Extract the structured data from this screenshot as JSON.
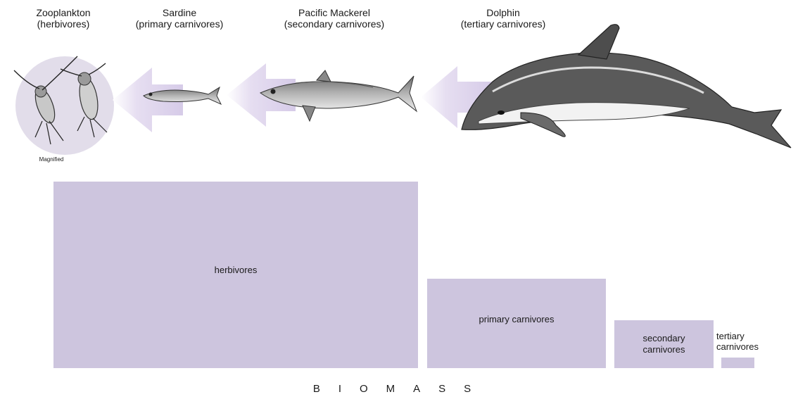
{
  "organisms": [
    {
      "name": "Zooplankton",
      "role": "(herbivores)"
    },
    {
      "name": "Sardine",
      "role": "(primary carnivores)"
    },
    {
      "name": "Pacific Mackerel",
      "role": "(secondary carnivores)"
    },
    {
      "name": "Dolphin",
      "role": "(tertiary carnivores)"
    }
  ],
  "magnified_note": "Magnified",
  "biomass_boxes": [
    {
      "label": "herbivores"
    },
    {
      "label": "primary carnivores"
    },
    {
      "label_line1": "secondary",
      "label_line2": "carnivores"
    },
    {
      "label_line1": "tertiary",
      "label_line2": "carnivores"
    }
  ],
  "axis_label": "BIOMASS",
  "colors": {
    "biomass_fill": "#cdc5de",
    "arrow": "#ddd4ec",
    "plankton_circle": "#e2ddea"
  }
}
